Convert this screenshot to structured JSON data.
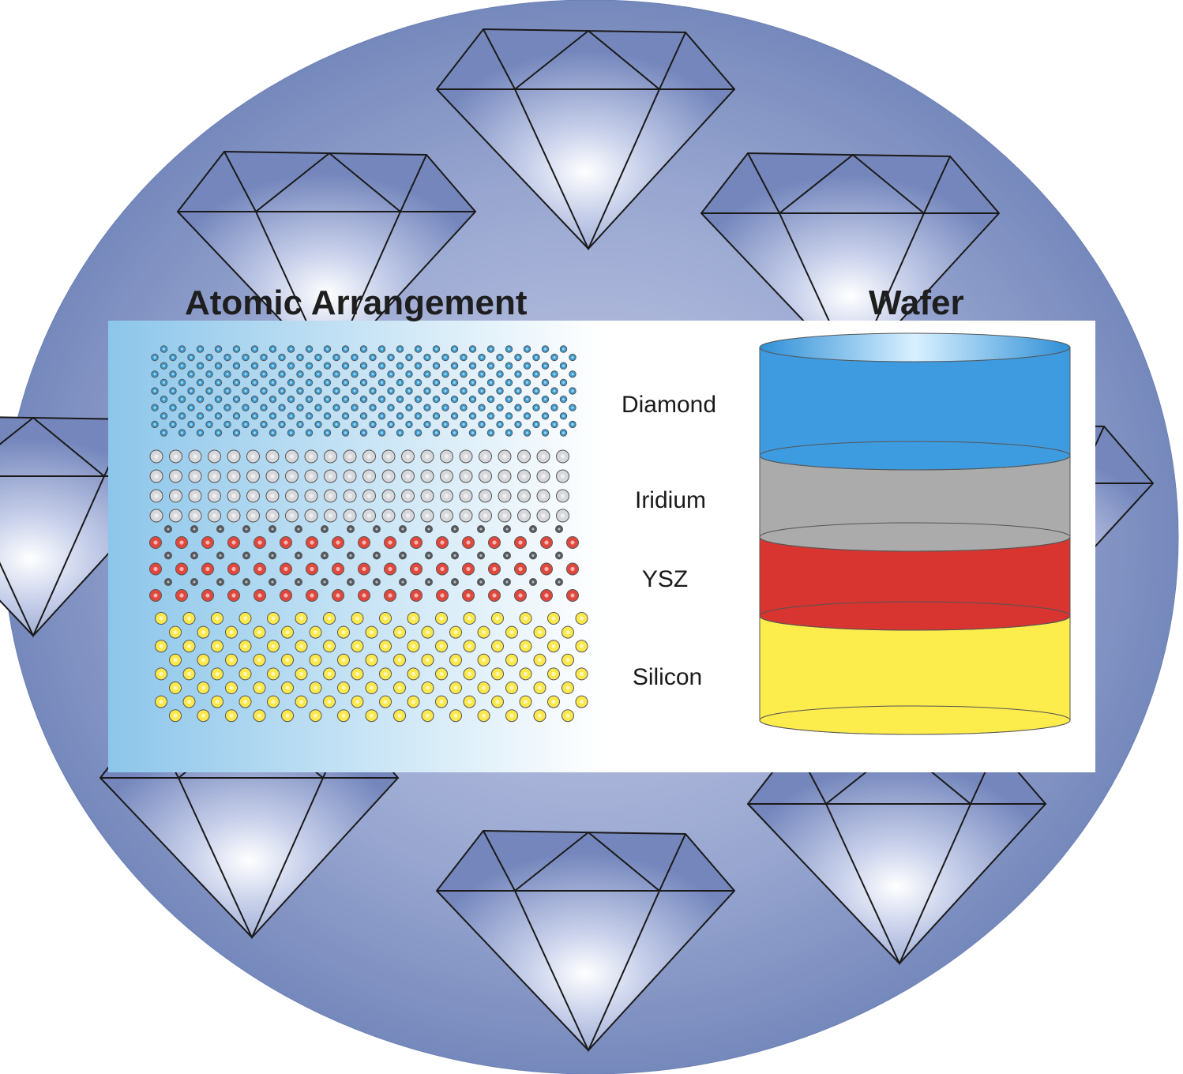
{
  "titles": {
    "atomic": "Atomic Arrangement",
    "wafer": "Wafer"
  },
  "layers": [
    {
      "name": "Diamond",
      "color": "#3e9be0",
      "atom_color": "#3a9fd6"
    },
    {
      "name": "Iridium",
      "color": "#ababab",
      "atom_color": "#d6d8dc"
    },
    {
      "name": "YSZ",
      "color": "#d83530",
      "atom_color": "#e0483e"
    },
    {
      "name": "Silicon",
      "color": "#fcec4c",
      "atom_color": "#fbe84a"
    }
  ],
  "colors": {
    "background_disc": "#7387bb",
    "panel_gradient_start": "#8cc6ea",
    "ysz_oxygen": "#555a60"
  }
}
